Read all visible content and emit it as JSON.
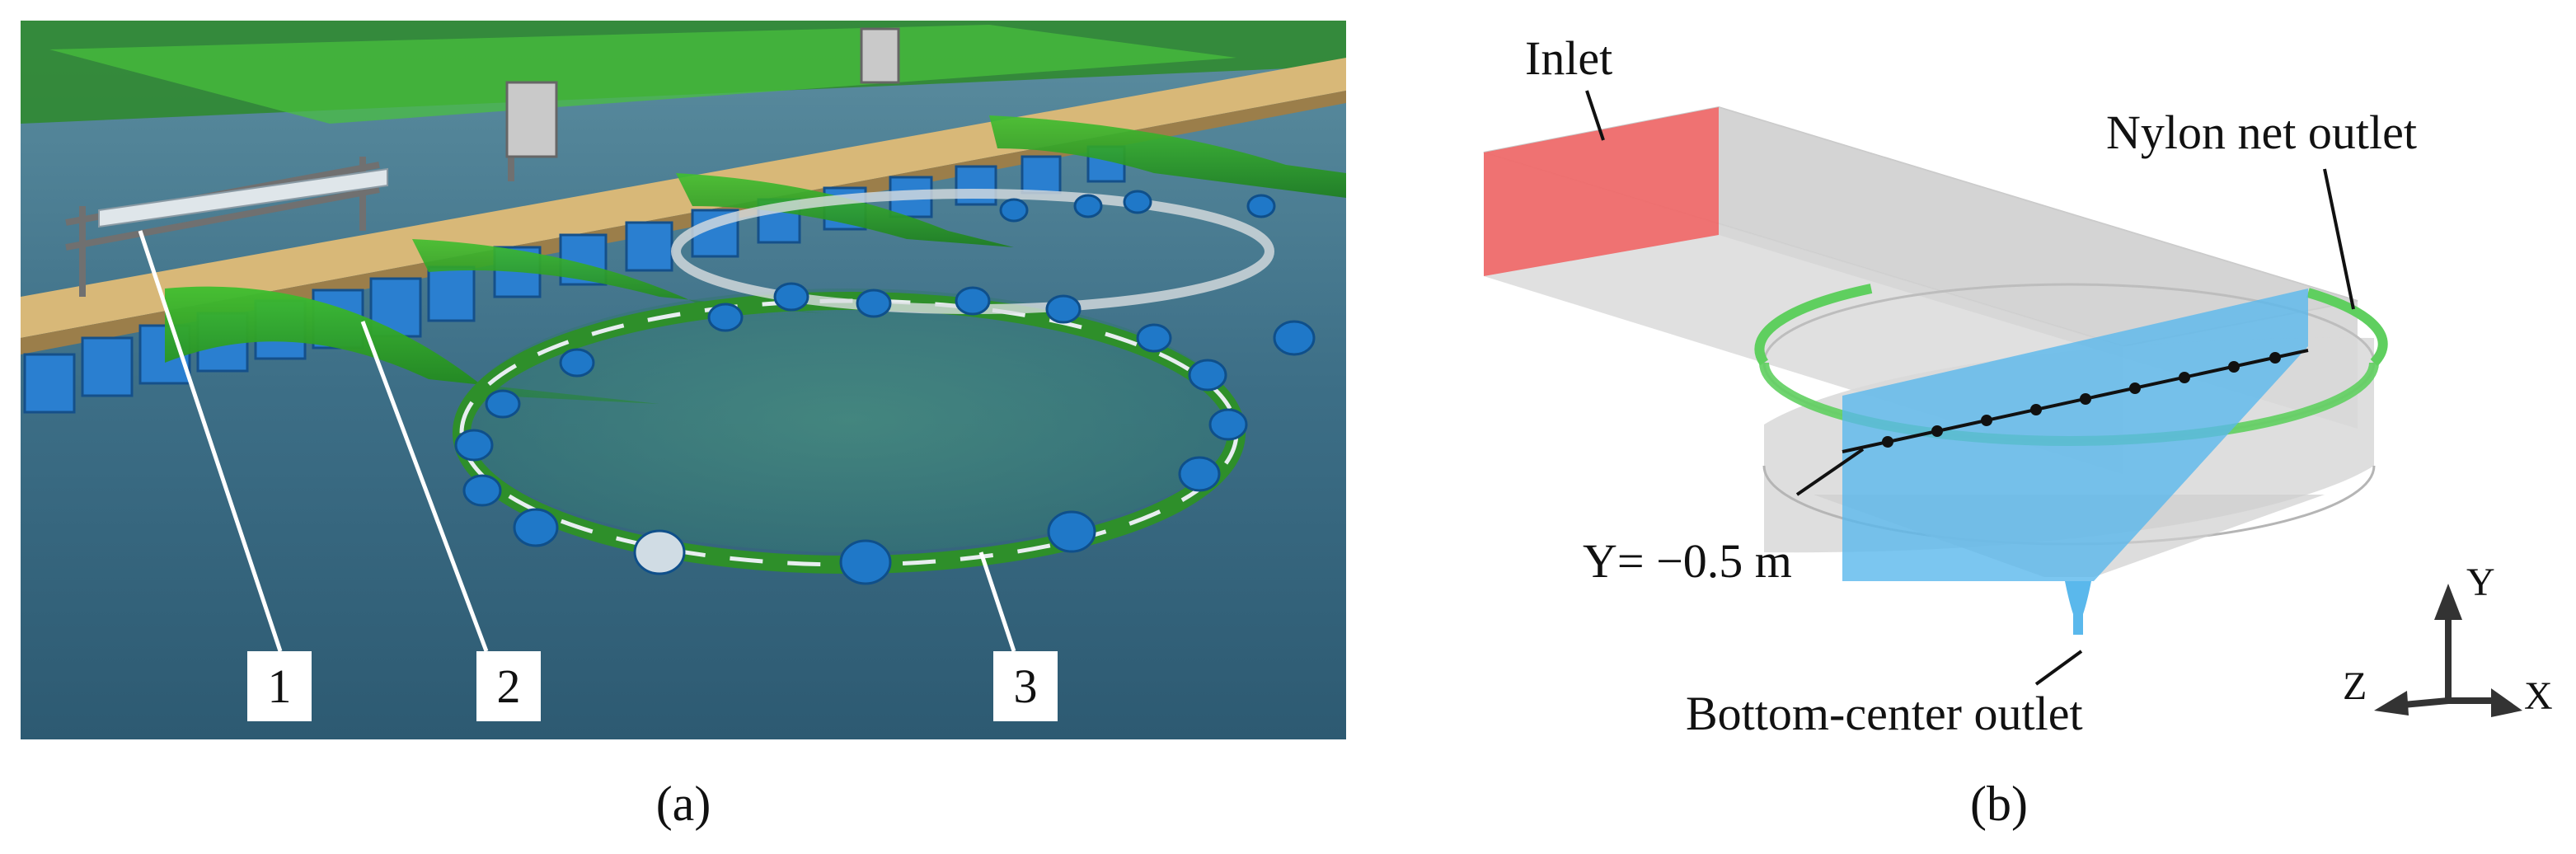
{
  "panel_a": {
    "caption": "(a)",
    "labels": [
      "1",
      "2",
      "3"
    ]
  },
  "panel_b": {
    "caption": "(b)",
    "labels": {
      "inlet": "Inlet",
      "nylon_net_outlet": "Nylon net outlet",
      "section_line": "Y= −0.5 m",
      "bottom_center_outlet": "Bottom-center outlet"
    },
    "axes": {
      "y": "Y",
      "z": "Z",
      "x": "X"
    }
  },
  "colors": {
    "inlet": "#ef6b6b",
    "net_ring": "#5fcf5f",
    "section_plane": "#5ab8ec",
    "tank_body": "#d4d4d4",
    "water": "#3d6f8a",
    "float": "#1f78c8"
  }
}
